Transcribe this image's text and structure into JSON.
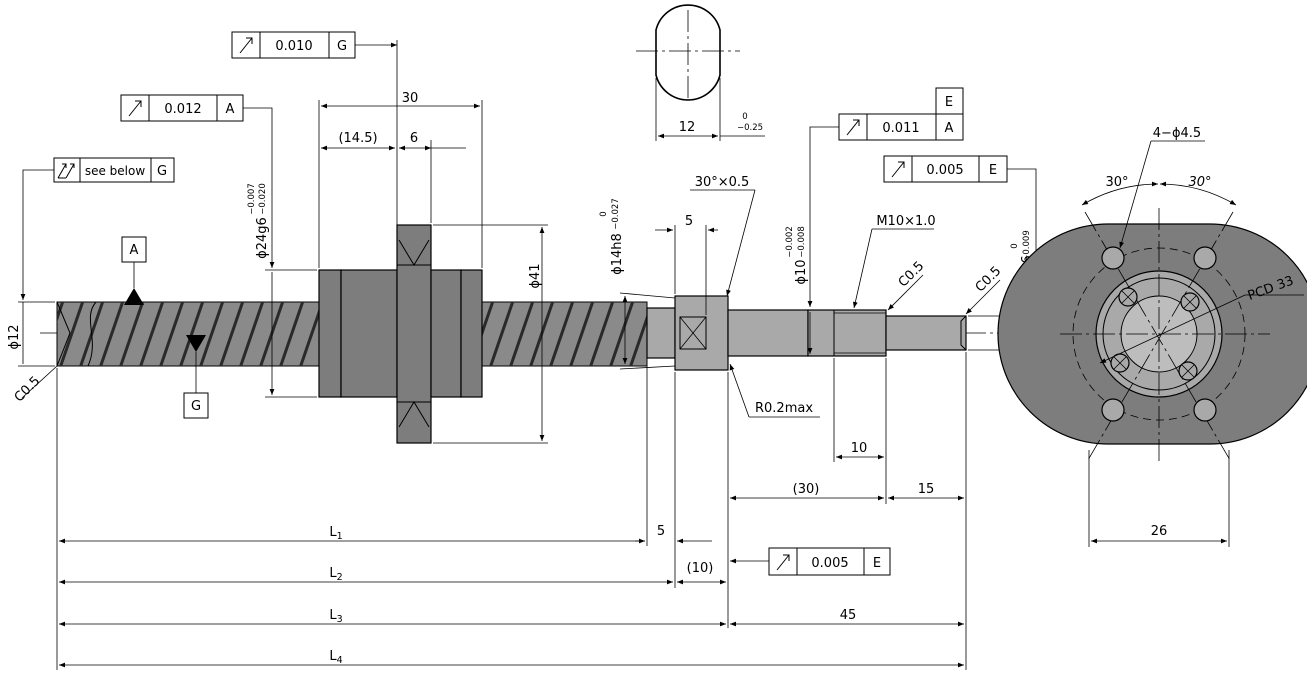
{
  "labels": {
    "tol_0010": "0.010",
    "datum_g": "G",
    "tol_0012": "0.012",
    "datum_a": "A",
    "see_below": "see below",
    "tol_0011": "0.011",
    "datum_e": "E",
    "tol_0005": "0.005",
    "dim_30": "30",
    "dim_14_5": "(14.5)",
    "dim_6": "6",
    "dim_12_flat": "12",
    "flat_tol_upper": "0",
    "flat_tol_lower": "−0.25",
    "d24": "ϕ24g6",
    "d24_upper": "−0.007",
    "d24_lower": "−0.020",
    "d41": "ϕ41",
    "d14": "ϕ14h8",
    "d14_upper": "0",
    "d14_lower": "−0.027",
    "chamfer_30": "30°×0.5",
    "dim_5": "5",
    "d10": "ϕ10",
    "d10_upper": "−0.002",
    "d10_lower": "−0.008",
    "thread": "M10×1.0",
    "c05": "C0.5",
    "d8": "ϕ8h6",
    "d8_upper": "0",
    "d8_lower": "−0.009",
    "d12": "ϕ12",
    "r02": "R0.2max",
    "dim_10": "10",
    "dim_30p": "(30)",
    "dim_15": "15",
    "dim_10p": "(10)",
    "dim_45": "45",
    "l1": "L",
    "l1_sub": "1",
    "l2": "L",
    "l2_sub": "2",
    "l3": "L",
    "l3_sub": "3",
    "l4": "L",
    "l4_sub": "4",
    "holes": "4−ϕ4.5",
    "ang_30": "30°",
    "pcd": "PCD 33",
    "dim_26": "26"
  }
}
